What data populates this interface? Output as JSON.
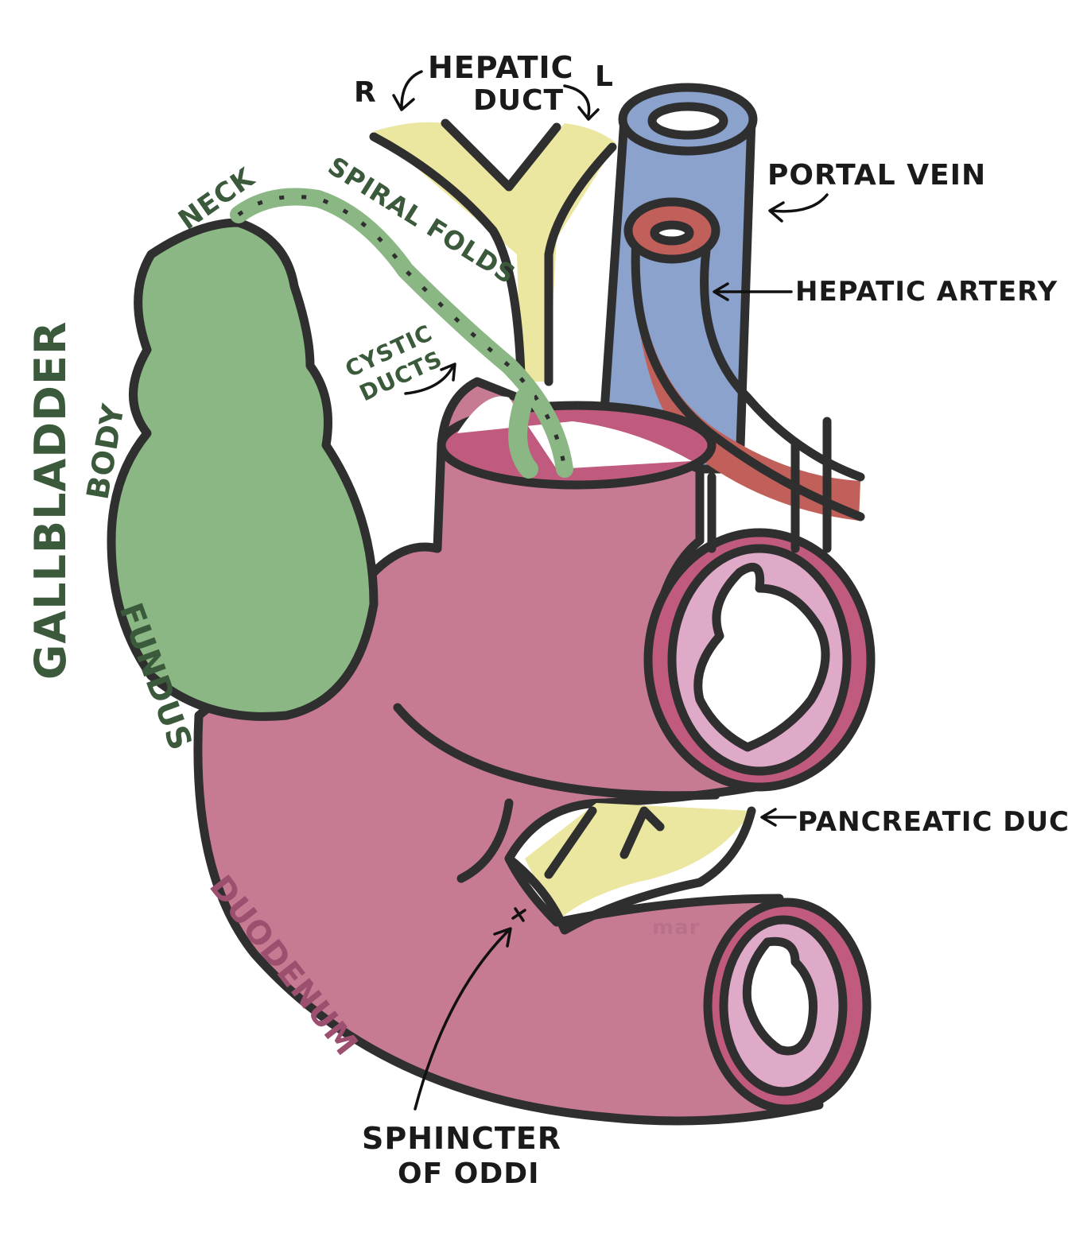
{
  "labels": {
    "hepatic_duct_line1": "HEPATIC",
    "hepatic_duct_line2": "DUCT",
    "right": "R",
    "left": "L",
    "portal_vein": "PORTAL VEIN",
    "hepatic_artery": "HEPATIC ARTERY",
    "neck": "NECK",
    "spiral_folds": "SPIRAL FOLDS",
    "cystic_ducts_line1": "CYSTIC",
    "cystic_ducts_line2": "DUCTS",
    "gallbladder": "GALLBLADDER",
    "body": "BODY",
    "fundus": "FUNDUS",
    "duodenum": "DUODENUM",
    "pancreatic_duct": "PANCREATIC DUCT",
    "sphincter_line1": "SPHINCTER",
    "sphincter_line2": "OF ODDI"
  },
  "watermark": "mar",
  "colors": {
    "gallbladder": "#8bb784",
    "duodenum": "#c77b93",
    "duodenum_lumen": "#dfa9c8",
    "portal_vein": "#8aa2cc",
    "hepatic_artery": "#c1605a",
    "bile_duct": "#ebe6a0",
    "outline": "#2f2f2f",
    "label_green": "#3b5a3b",
    "label_duodenum": "#9c4f6e"
  }
}
